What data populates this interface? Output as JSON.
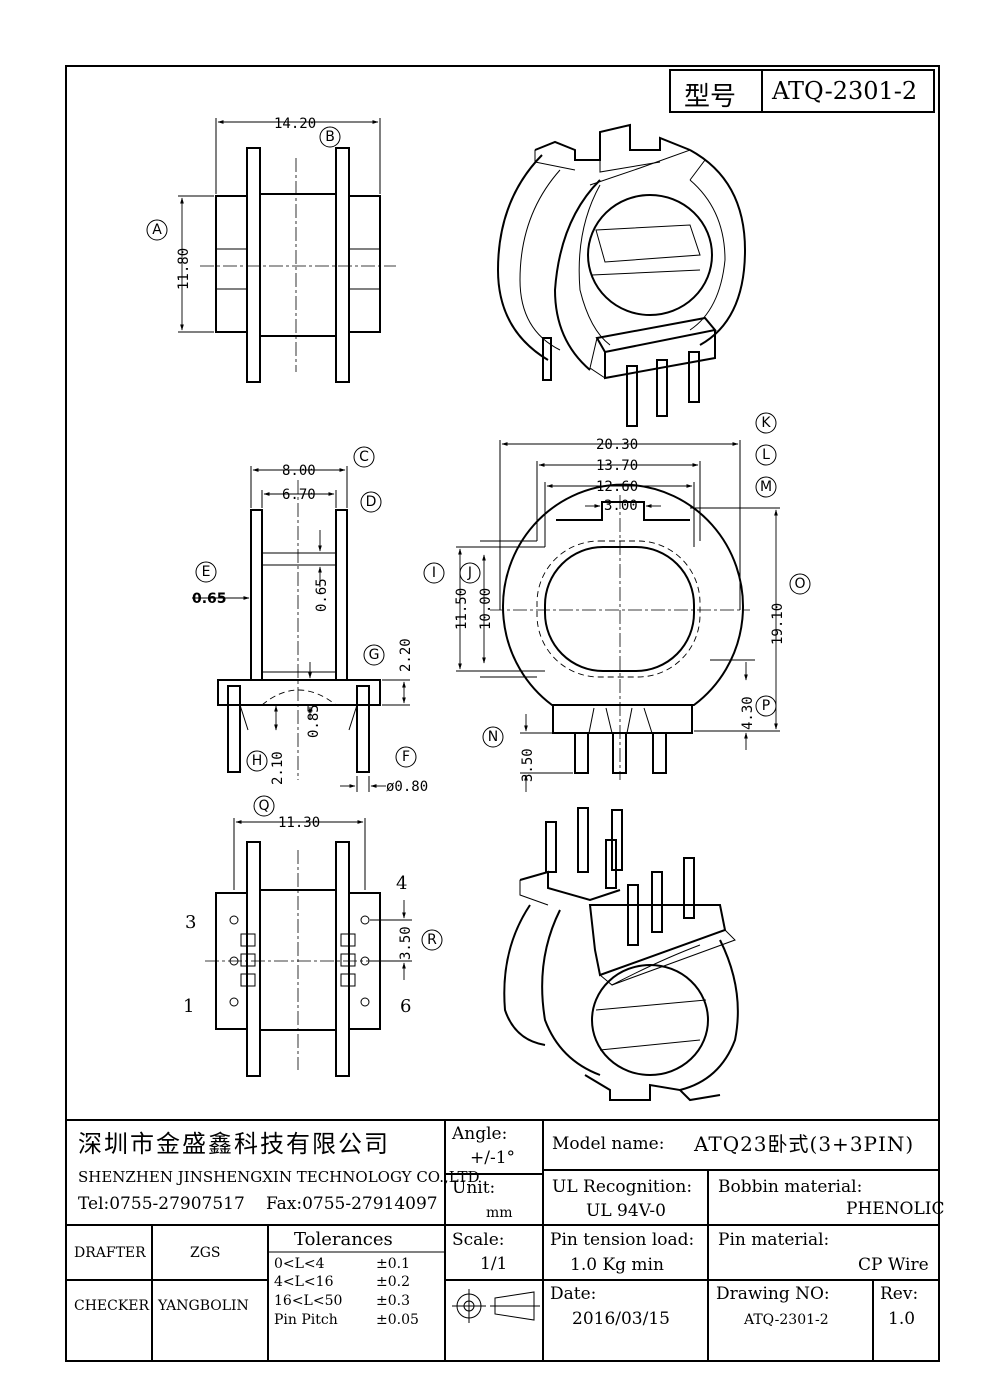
{
  "header": {
    "label": "型号",
    "part_no": "ATQ-2301-2"
  },
  "views": {
    "side_top": {
      "dims": {
        "width": "14.20",
        "height": "11.80"
      },
      "callouts": {
        "a": "A",
        "b": "B"
      }
    },
    "front": {
      "dims": {
        "outer": "8.00",
        "inner": "6.70",
        "wall_e": "0.65",
        "wall_v": "0.65",
        "flange": "2.20",
        "gap": "0.85",
        "pin_len": "2.10",
        "pin_dia": "ø0.80"
      },
      "callouts": {
        "c": "C",
        "d": "D",
        "e": "E",
        "f": "F",
        "g": "G",
        "h": "H"
      }
    },
    "end": {
      "dims": {
        "k": "20.30",
        "l": "13.70",
        "m": "12.60",
        "slot": "3.00",
        "i": "11.50",
        "j": "10.00",
        "o": "19.10",
        "p": "4.30",
        "n": "3.50"
      },
      "callouts": {
        "i": "I",
        "j": "J",
        "k": "K",
        "l": "L",
        "m": "M",
        "n": "N",
        "o": "O",
        "p": "P"
      }
    },
    "bottom": {
      "dims": {
        "q": "11.30",
        "r": "3.50"
      },
      "callouts": {
        "q": "Q",
        "r": "R"
      },
      "pins": {
        "p1": "1",
        "p3": "3",
        "p4": "4",
        "p6": "6"
      }
    }
  },
  "title_block": {
    "company_cn": "深圳市金盛鑫科技有限公司",
    "company_en": "SHENZHEN JINSHENGXIN TECHNOLOGY CO.,LTD",
    "tel": "Tel:0755-27907517",
    "fax": "Fax:0755-27914097",
    "angle_label": "Angle:",
    "angle_value": "+/-1°",
    "unit_label": "Unit:",
    "unit_value": "mm",
    "scale_label": "Scale:",
    "scale_value": "1/1",
    "model_label": "Model name:",
    "model_value": "ATQ23卧式(3+3PIN)",
    "ul_label": "UL Recognition:",
    "ul_value": "UL 94V-0",
    "bobbin_label": "Bobbin material:",
    "bobbin_value": "PHENOLIC",
    "pin_tension_label": "Pin tension load:",
    "pin_tension_value": "1.0 Kg min",
    "pin_material_label": "Pin material:",
    "pin_material_value": "CP Wire",
    "drafter_label": "DRAFTER",
    "drafter_value": "ZGS",
    "checker_label": "CHECKER",
    "checker_value": "YANGBOLIN",
    "tolerances_label": "Tolerances",
    "tolerances": [
      {
        "range": "0<L<4",
        "value": "±0.1"
      },
      {
        "range": "4<L<16",
        "value": "±0.2"
      },
      {
        "range": "16<L<50",
        "value": "±0.3"
      },
      {
        "range": "Pin Pitch",
        "value": "±0.05"
      }
    ],
    "date_label": "Date:",
    "date_value": "2016/03/15",
    "drawing_no_label": "Drawing NO:",
    "drawing_no_value": "ATQ-2301-2",
    "rev_label": "Rev:",
    "rev_value": "1.0"
  }
}
